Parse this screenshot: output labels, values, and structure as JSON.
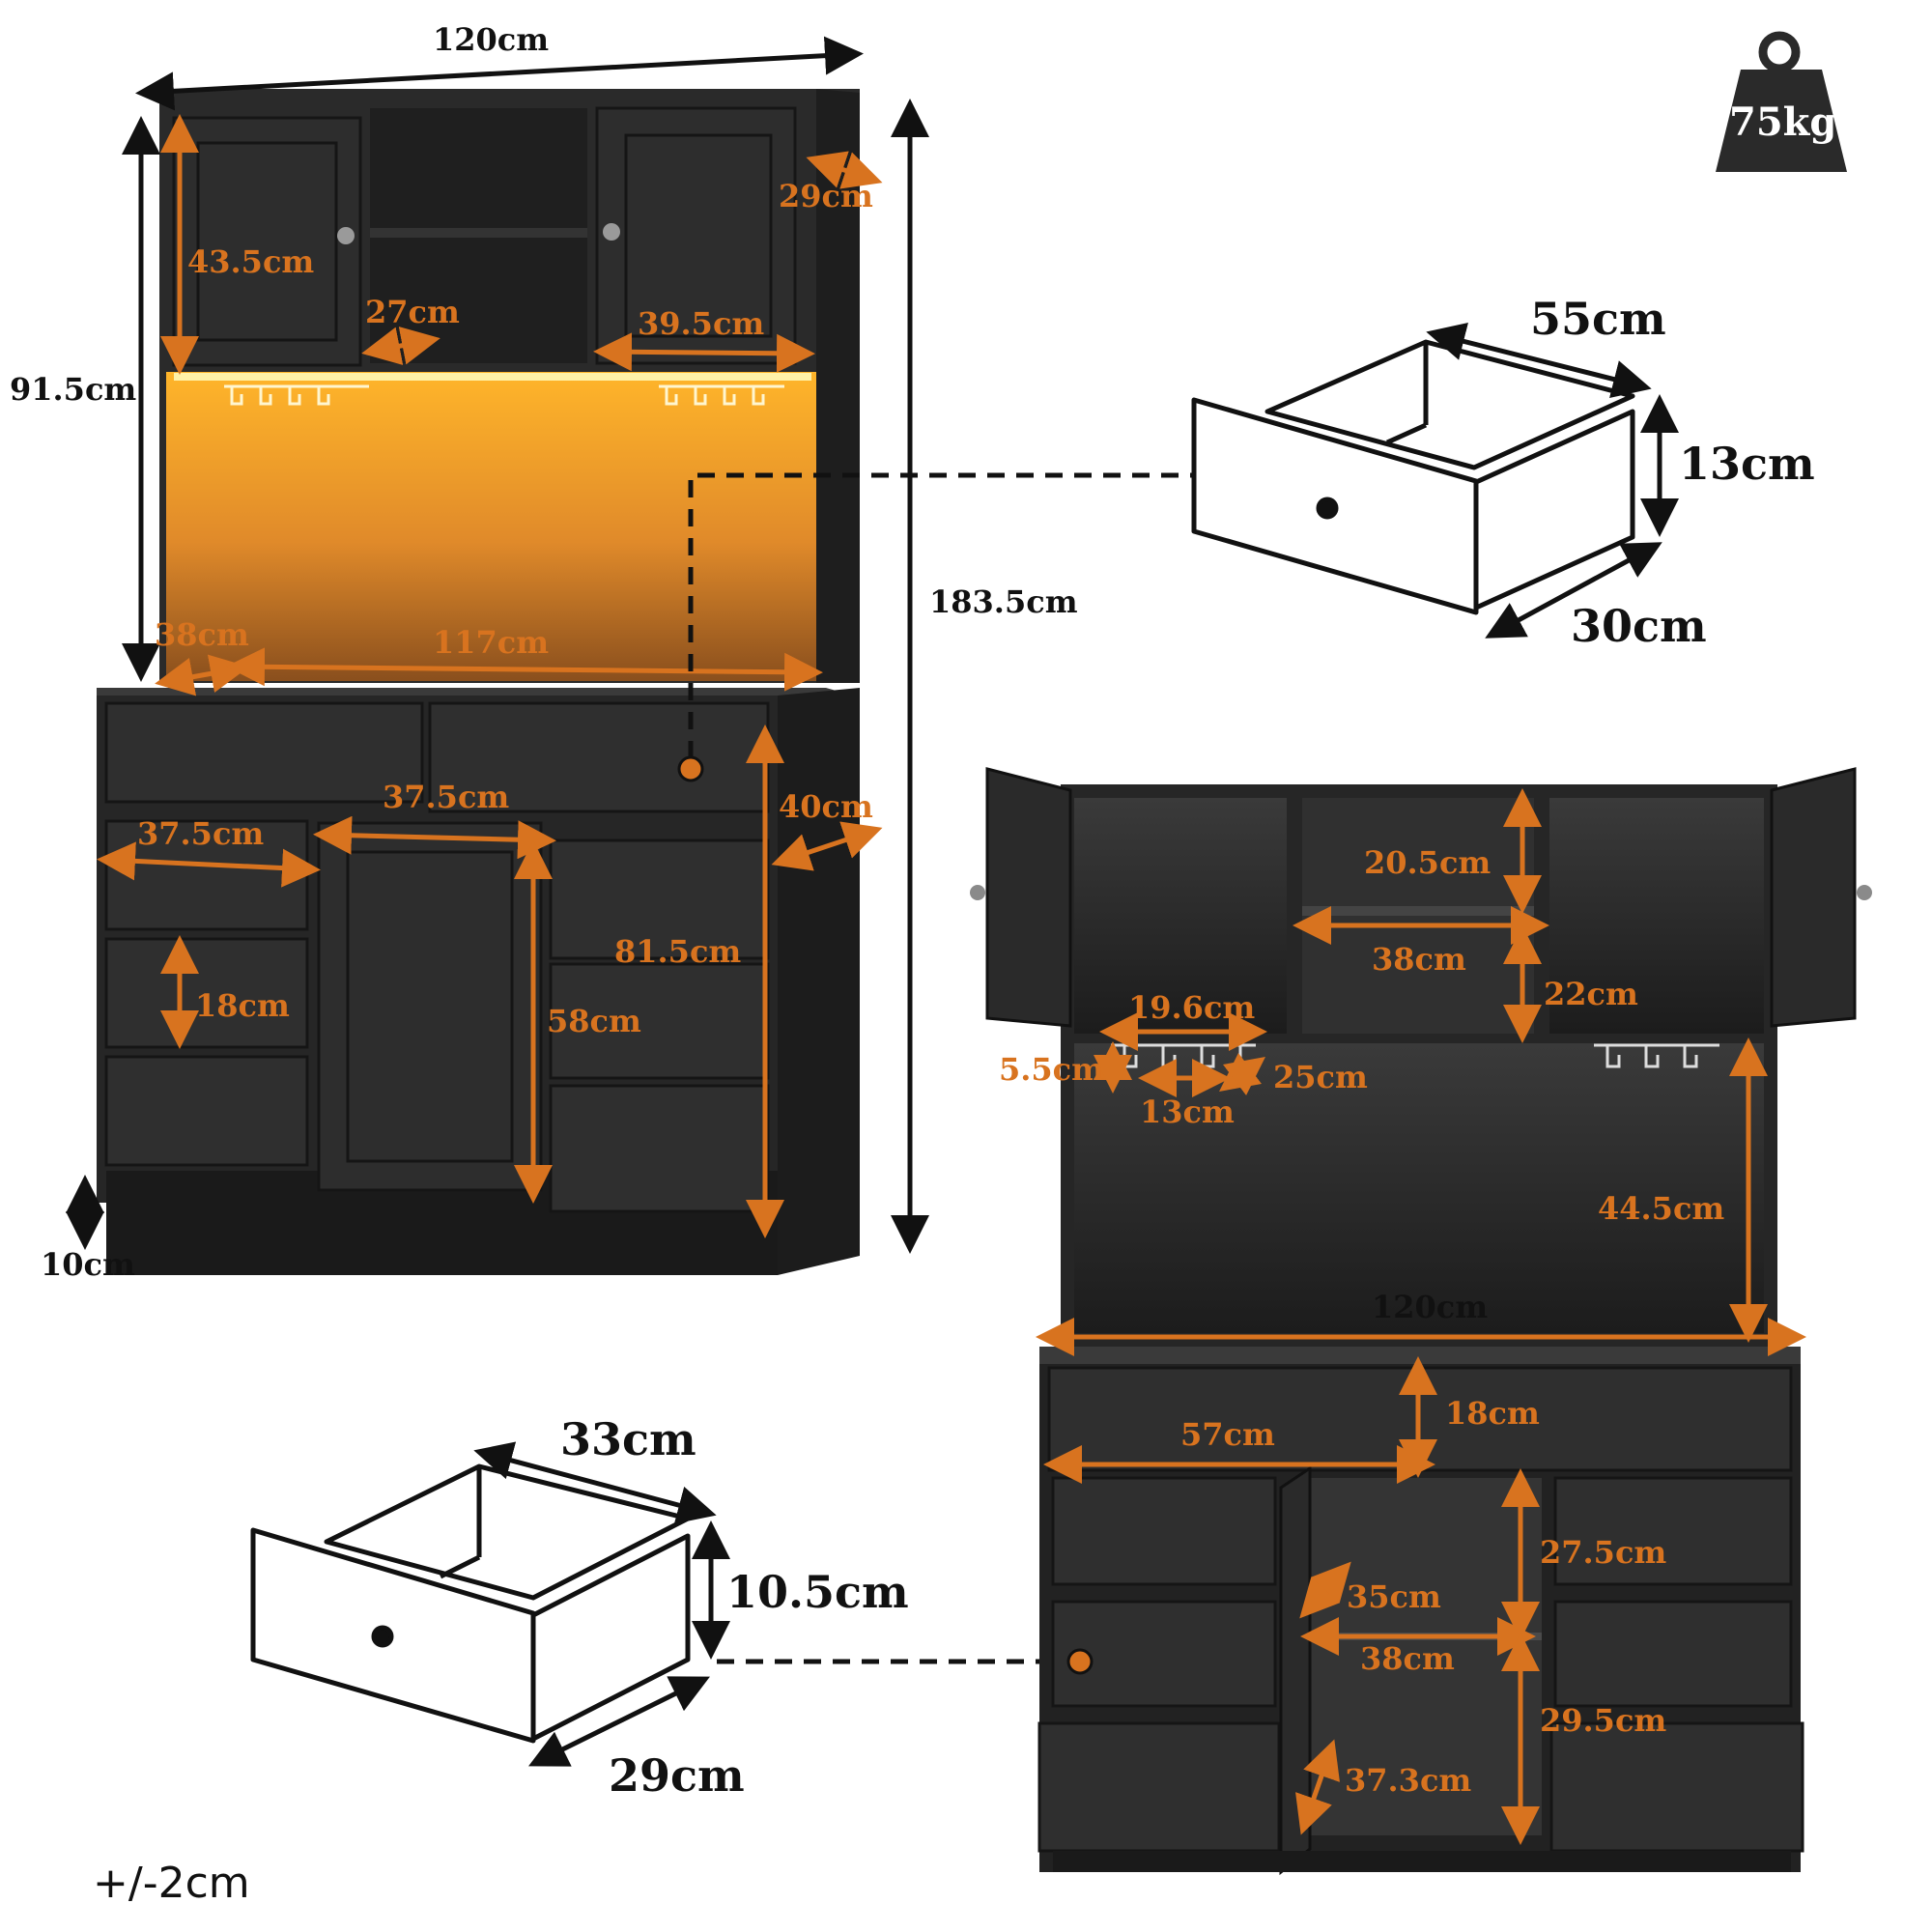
{
  "weight": {
    "label": "75kg"
  },
  "tolerance": "+/-2cm",
  "cabinet_front": {
    "width_total": "120cm",
    "height_total": "183.5cm",
    "hutch_height": "91.5cm",
    "upper_door_height": "43.5cm",
    "hutch_depth": "29cm",
    "open_niche_width": "27cm",
    "upper_door_width": "39.5cm",
    "counter_depth": "38cm",
    "counter_width": "117cm",
    "center_door_width": "37.5cm",
    "side_drawer_width": "37.5cm",
    "base_depth": "40cm",
    "base_height": "81.5cm",
    "small_drawer_height": "18cm",
    "center_door_height": "58cm",
    "plinth_height": "10cm"
  },
  "top_drawer": {
    "width": "55cm",
    "height": "13cm",
    "depth": "30cm"
  },
  "small_drawer": {
    "width": "33cm",
    "height": "10.5cm",
    "depth": "29cm"
  },
  "cabinet_open": {
    "shelf_upper": "20.5cm",
    "shelf_width": "38cm",
    "shelf_lower": "22cm",
    "rack_width": "19.6cm",
    "rack_height": "5.5cm",
    "rack_slot": "13cm",
    "rack_depth": "25cm",
    "open_bay_height": "44.5cm",
    "counter_width": "120cm",
    "top_drawer_height": "18cm",
    "top_drawer_width": "57cm",
    "inner_upper_height": "27.5cm",
    "door_depth_upper": "35cm",
    "inner_width": "38cm",
    "inner_lower_height": "29.5cm",
    "door_depth_lower": "37.3cm"
  },
  "colors": {
    "accent": "#d8731f",
    "cabinet": "#2b2b2b",
    "light": "#f0a12a",
    "text": "#111111"
  }
}
